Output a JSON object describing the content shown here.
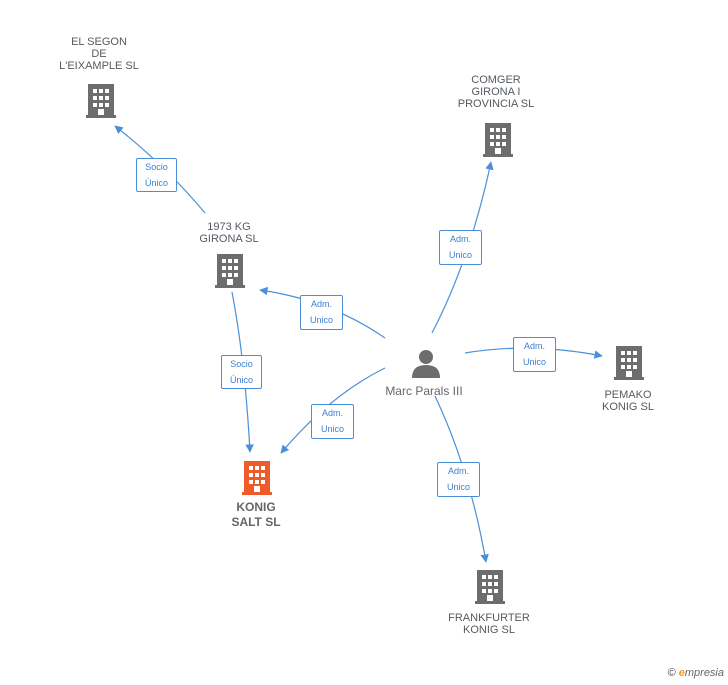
{
  "nodes": {
    "el_segon": {
      "label": "EL SEGON\nDE\nL'EIXAMPLE SL",
      "color": "#6d6d6d"
    },
    "comger": {
      "label": "COMGER\nGIRONA I\nPROVINCIA SL",
      "color": "#6d6d6d"
    },
    "kg1973": {
      "label": "1973 KG\nGIRONA SL",
      "color": "#6d6d6d"
    },
    "marc": {
      "label": "Marc Parals III",
      "color": "#6d6d6d"
    },
    "pemako": {
      "label": "PEMAKO\nKONIG SL",
      "color": "#6d6d6d"
    },
    "konig_salt": {
      "label": "KONIG\nSALT SL",
      "color": "#f05a28"
    },
    "frankfurter": {
      "label": "FRANKFURTER\nKONIG SL",
      "color": "#6d6d6d"
    }
  },
  "edges": {
    "socio_el_segon": {
      "label": "Socio\nÚnico"
    },
    "adm_comger": {
      "label": "Adm.\nUnico"
    },
    "adm_kg1973": {
      "label": "Adm.\nUnico"
    },
    "adm_pemako": {
      "label": "Adm.\nUnico"
    },
    "socio_konig": {
      "label": "Socio\nÚnico"
    },
    "adm_konig": {
      "label": "Adm.\nUnico"
    },
    "adm_frankfurter": {
      "label": "Adm.\nUnico"
    }
  },
  "footer": {
    "copyright_symbol": "©",
    "brand_initial": "e",
    "brand_rest": "mpresia"
  },
  "colors": {
    "edge": "#4a90d9",
    "building": "#6d6d6d",
    "highlight": "#f05a28"
  },
  "icons": {
    "company": "building-icon",
    "person": "person-icon"
  }
}
